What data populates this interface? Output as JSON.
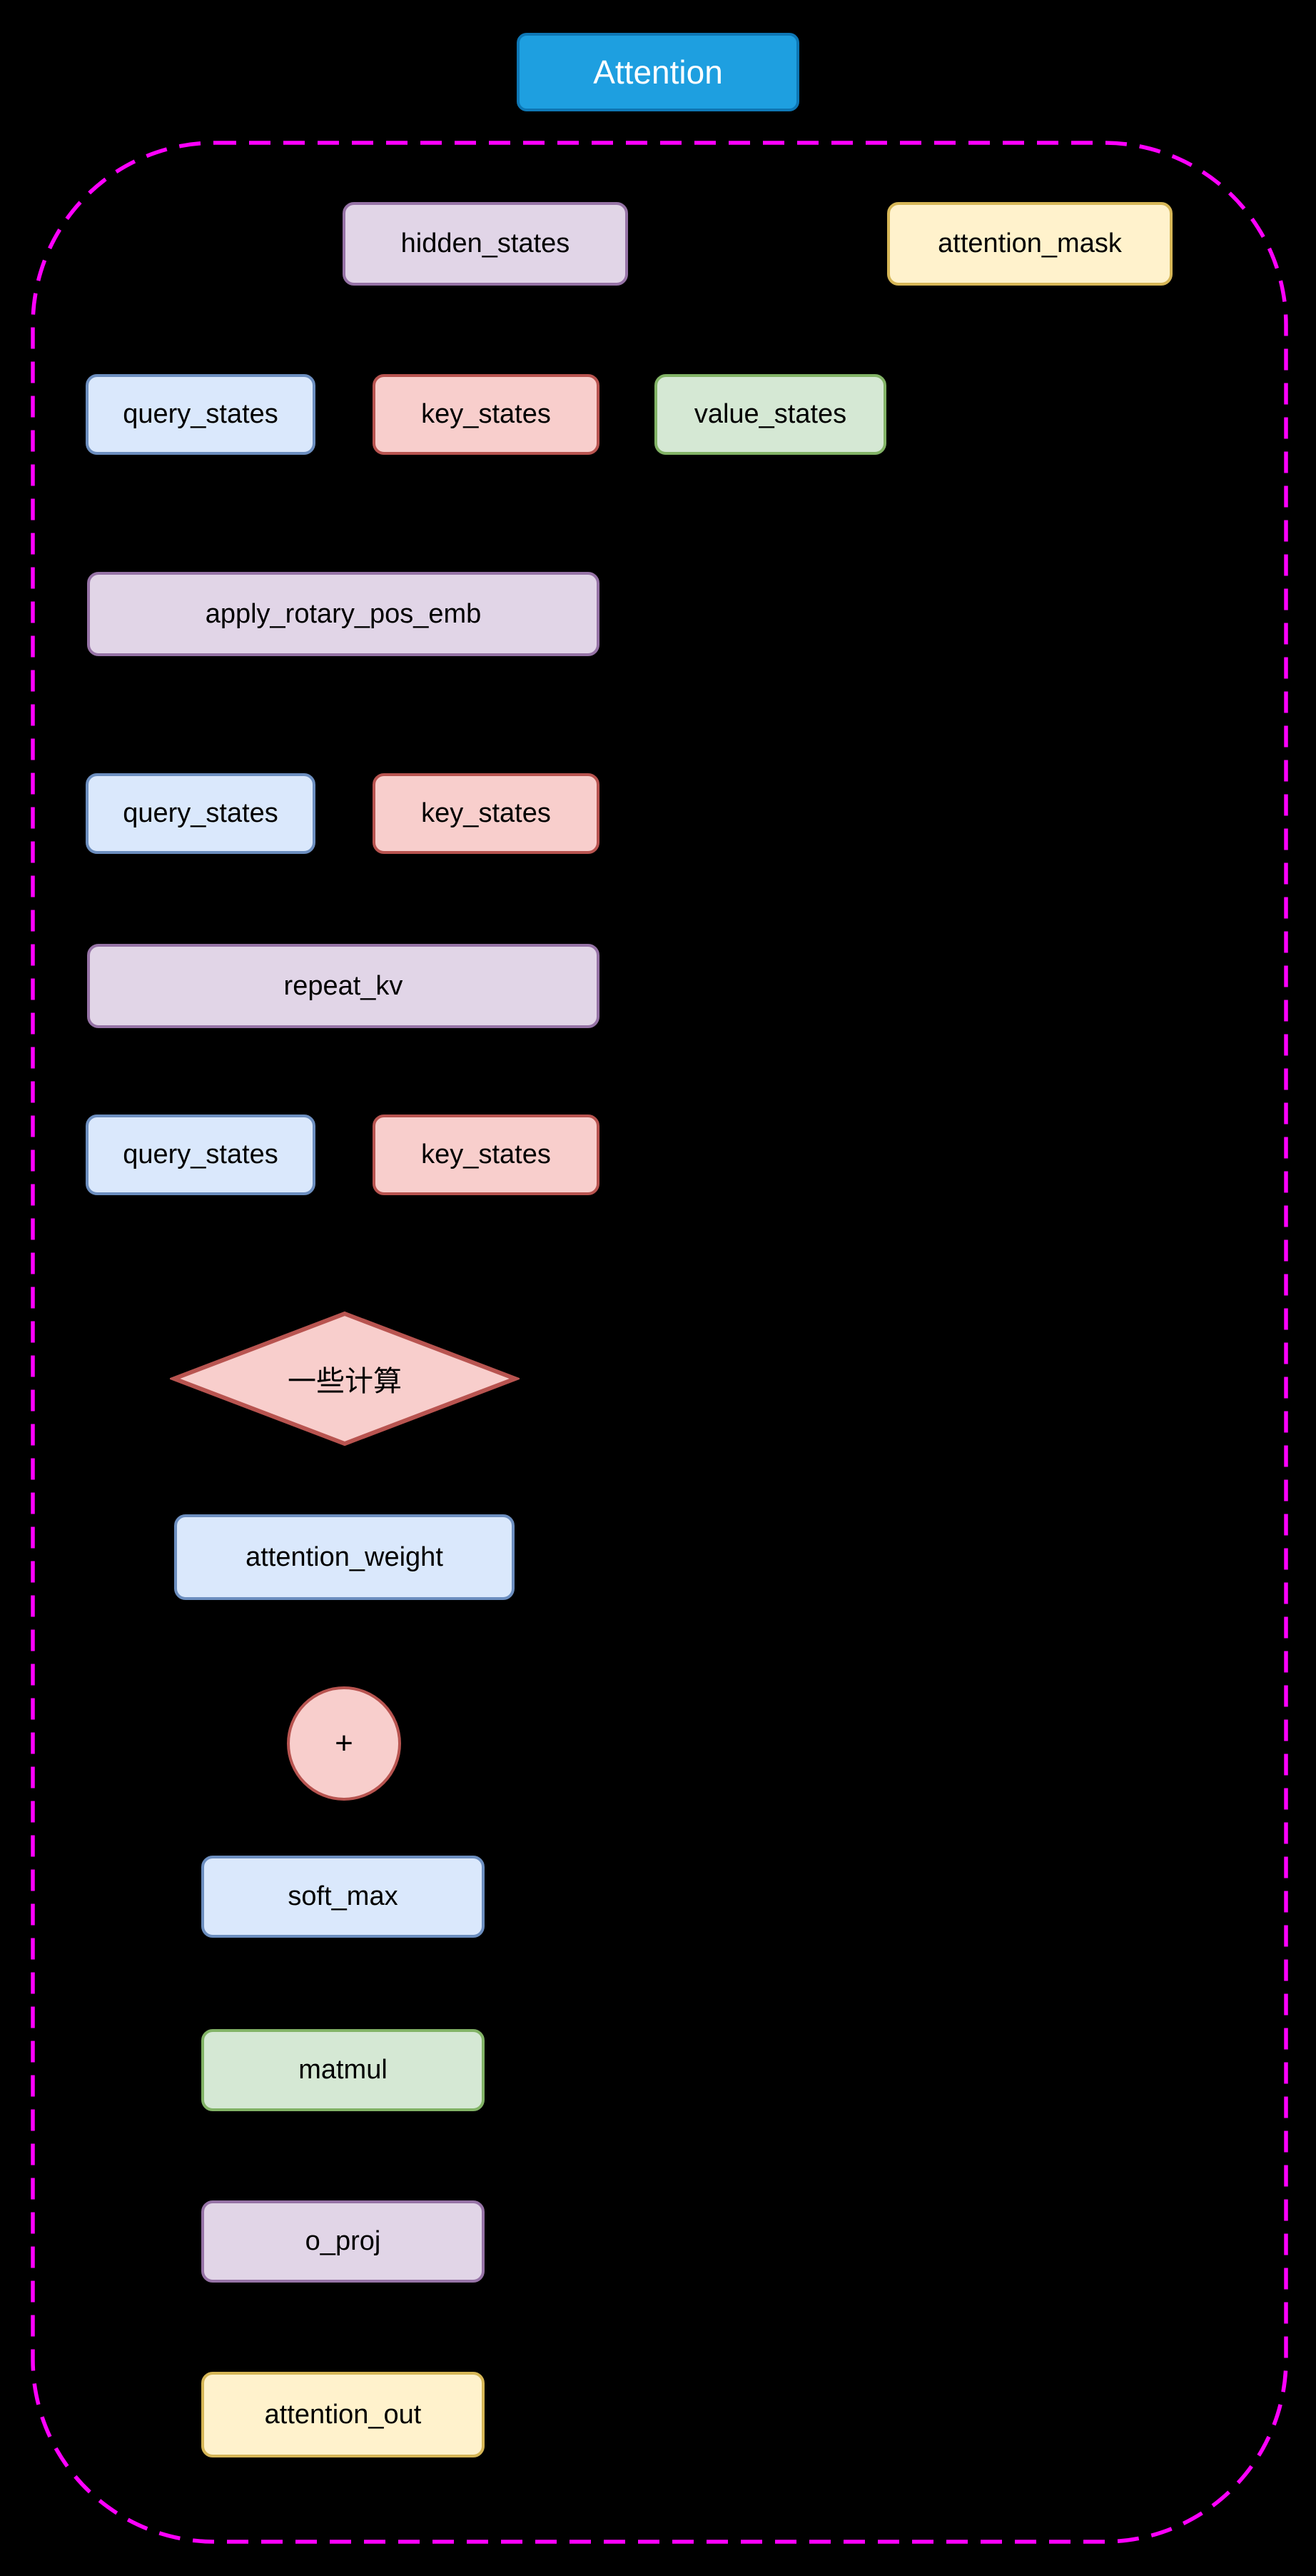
{
  "title": {
    "label": "Attention"
  },
  "diagram": {
    "background": "#000000",
    "boundary_color": "#FF00FF",
    "labels": {
      "hidden_states": "hidden_states",
      "attention_mask": "attention_mask",
      "query_states": "query_states",
      "key_states": "key_states",
      "value_states": "value_states",
      "apply_rotary_pos_emb": "apply_rotary_pos_emb",
      "repeat_kv": "repeat_kv",
      "some_compute": "一些计算",
      "attention_weight": "attention_weight",
      "plus": "+",
      "soft_max": "soft_max",
      "matmul": "matmul",
      "o_proj": "o_proj",
      "attention_out": "attention_out"
    },
    "palette": {
      "title_fill": "#1E9FE0",
      "title_stroke": "#0E77B5",
      "title_text": "#FFFFFF",
      "blue_fill": "#DAE8FC",
      "blue_stroke": "#6C8EBF",
      "red_fill": "#F8CECC",
      "red_stroke": "#B85450",
      "green_fill": "#D5E8D4",
      "green_stroke": "#82B366",
      "purple_fill": "#E1D5E7",
      "purple_stroke": "#9673A6",
      "yellow_fill": "#FFF2CC",
      "yellow_stroke": "#D6B656",
      "label_text": "#000000"
    }
  }
}
